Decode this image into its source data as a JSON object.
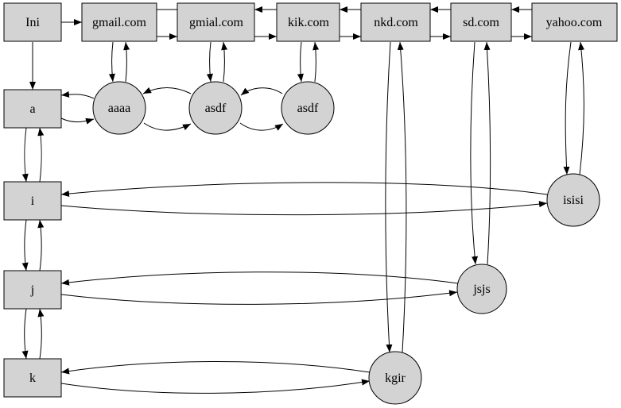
{
  "diagram": {
    "colors": {
      "node_fill": "#d3d3d3",
      "stroke": "#000000",
      "background": "#ffffff"
    },
    "nodes": {
      "ini": "Ini",
      "gmail": "gmail.com",
      "gmial": "gmial.com",
      "kik": "kik.com",
      "nkd": "nkd.com",
      "sd": "sd.com",
      "yahoo": "yahoo.com",
      "a": "a",
      "i": "i",
      "j": "j",
      "k": "k",
      "aaaa": "aaaa",
      "asdf1": "asdf",
      "asdf2": "asdf",
      "isisi": "isisi",
      "jsjs": "jsjs",
      "kgir": "kgir"
    }
  }
}
